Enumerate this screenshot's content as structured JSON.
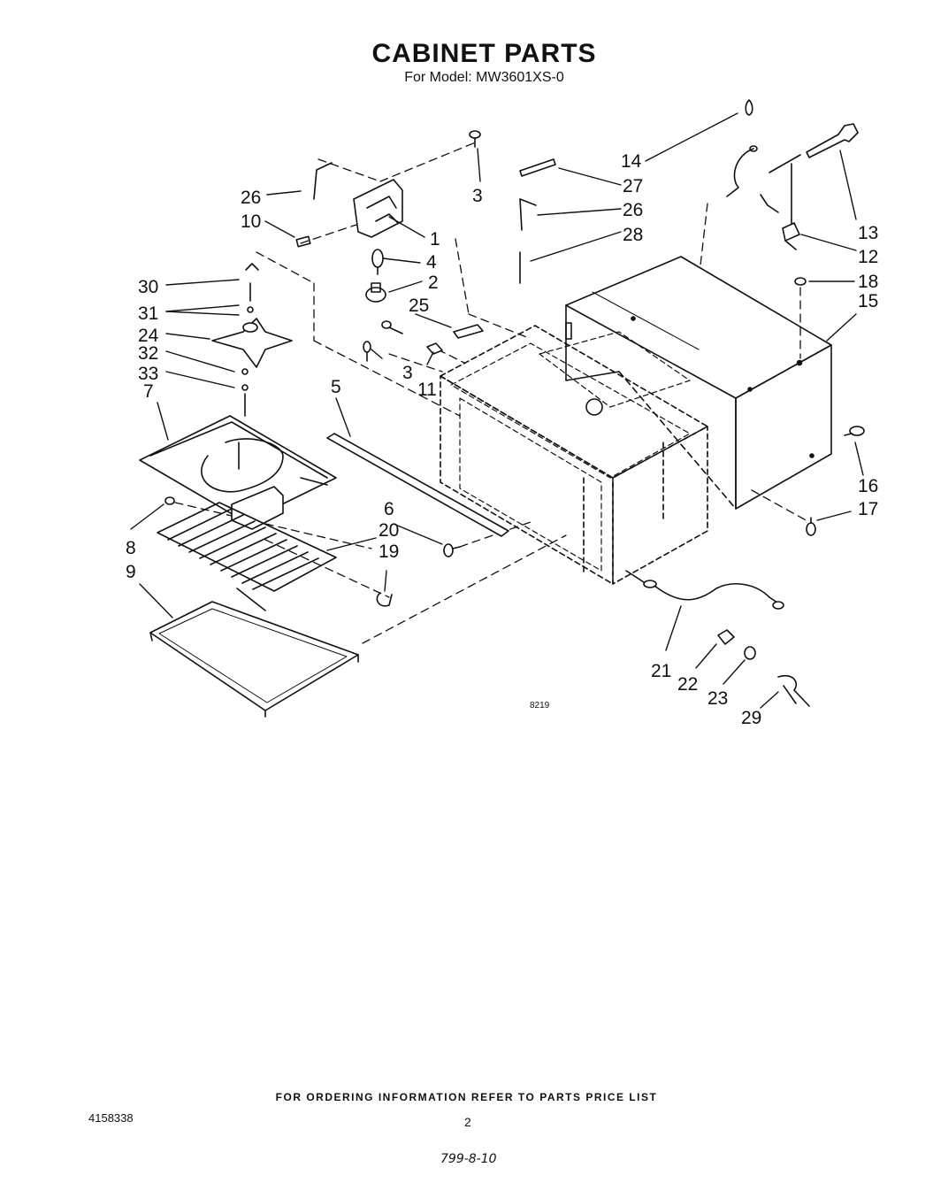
{
  "title": "CABINET PARTS",
  "subtitle": "For Model: MW3601XS-0",
  "drawing_number": "8219",
  "footer_note": "FOR ORDERING INFORMATION REFER TO PARTS PRICE LIST",
  "document_number": "4158338",
  "page_number": "2",
  "handwritten_note": "799-8-10",
  "callouts": {
    "c1": "1",
    "c2": "2",
    "c3a": "3",
    "c3b": "3",
    "c4": "4",
    "c5": "5",
    "c6": "6",
    "c7": "7",
    "c8": "8",
    "c9": "9",
    "c10": "10",
    "c11": "11",
    "c12": "12",
    "c13": "13",
    "c14": "14",
    "c15": "15",
    "c16": "16",
    "c17": "17",
    "c18": "18",
    "c19": "19",
    "c20": "20",
    "c21": "21",
    "c22": "22",
    "c23": "23",
    "c24": "24",
    "c25": "25",
    "c26a": "26",
    "c26b": "26",
    "c27": "27",
    "c28": "28",
    "c29": "29",
    "c30": "30",
    "c31": "31",
    "c32": "32",
    "c33": "33"
  }
}
